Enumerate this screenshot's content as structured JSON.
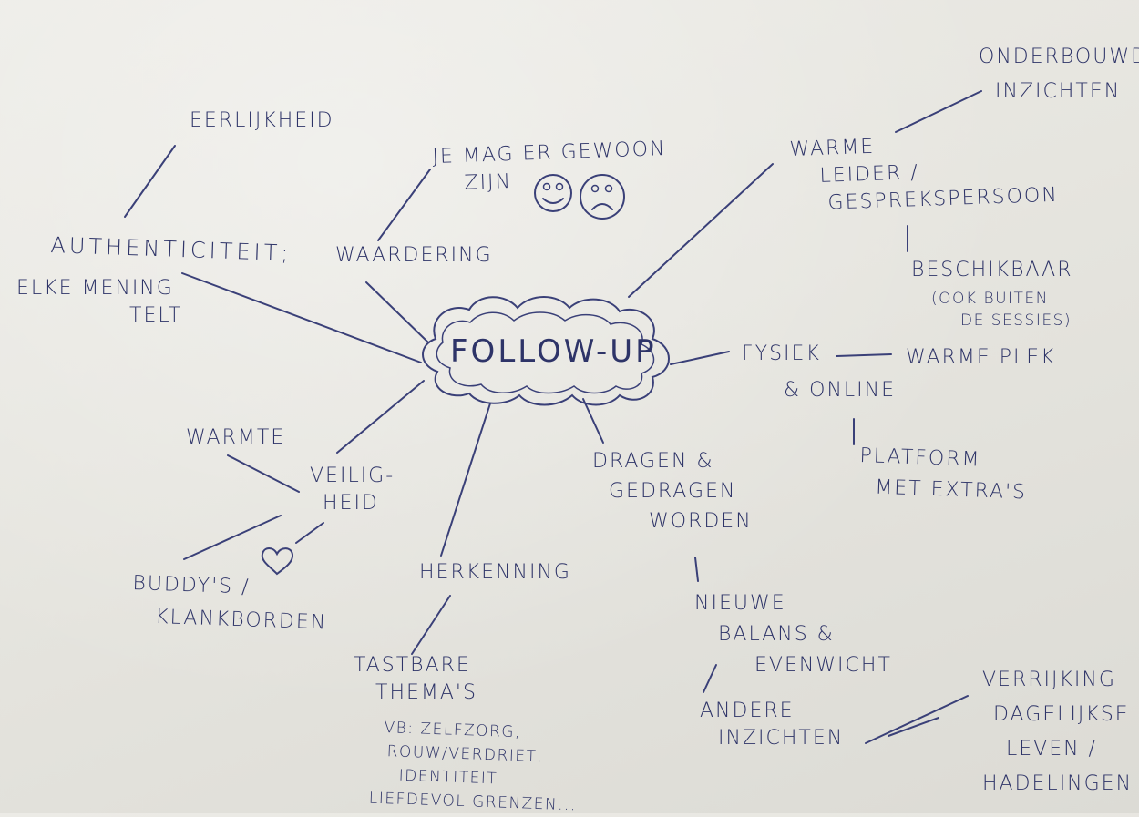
{
  "center": "FOLLOW-UP",
  "nodes": {
    "eerlijkheid": "EERLIJKHEID",
    "authenticiteit": "AUTHENTICITEIT;",
    "elke_mening_1": "ELKE MENING",
    "elke_mening_2": "TELT",
    "mag_zijn_1": "JE MAG ER GEWOON",
    "mag_zijn_2": "ZIJN",
    "waardering": "WAARDERING",
    "warme_leider_1": "WARME",
    "warme_leider_2": "LEIDER /",
    "warme_leider_3": "GESPREKSPERSOON",
    "onderbouwde_1": "ONDERBOUWDE",
    "onderbouwde_2": "INZICHTEN",
    "beschikbaar": "BESCHIKBAAR",
    "beschikbaar_note_1": "(OOK BUITEN",
    "beschikbaar_note_2": "DE SESSIES)",
    "fysiek_1": "FYSIEK",
    "fysiek_2": "& ONLINE",
    "warme_plek": "WARME PLEK",
    "platform_1": "PLATFORM",
    "platform_2": "MET EXTRA'S",
    "warmte": "WARMTE",
    "veiligheid_1": "VEILIG-",
    "veiligheid_2": "HEID",
    "buddys_1": "BUDDY'S /",
    "buddys_2": "KLANKBORDEN",
    "herkenning": "HERKENNING",
    "tastbare_1": "TASTBARE",
    "tastbare_2": "THEMA'S",
    "vb_1": "VB: ZELFZORG,",
    "vb_2": "ROUW/VERDRIET,",
    "vb_3": "IDENTITEIT",
    "vb_4": "LIEFDEVOL GRENZEN...",
    "dragen_1": "DRAGEN &",
    "dragen_2": "GEDRAGEN",
    "dragen_3": "WORDEN",
    "nieuwe_1": "NIEUWE",
    "nieuwe_2": "BALANS &",
    "nieuwe_3": "EVENWICHT",
    "andere_1": "ANDERE",
    "andere_2": "INZICHTEN",
    "verrijking_1": "VERRIJKING",
    "verrijking_2": "DAGELIJKSE",
    "verrijking_3": "LEVEN /",
    "verrijking_4": "HADELINGEN"
  },
  "ink_color": "#2e3468",
  "icons": [
    "happy-face-icon",
    "sad-face-icon",
    "heart-icon"
  ]
}
